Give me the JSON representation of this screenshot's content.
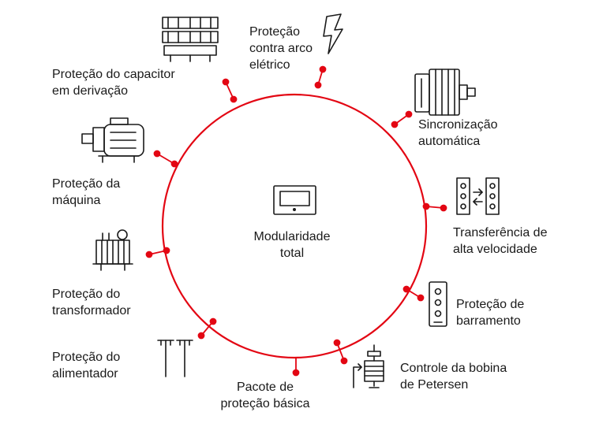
{
  "center": {
    "line1": "Modularidade",
    "line2": "total"
  },
  "colors": {
    "ring": "#e30613",
    "icon": "#1a1a1a",
    "text": "#1a1a1a"
  },
  "items": [
    {
      "id": "arc-flash",
      "lines": [
        "Proteção",
        "contra arco",
        "elétrico"
      ],
      "icon": "lightning-icon"
    },
    {
      "id": "capacitor",
      "lines": [
        "Proteção do capacitor",
        "em derivação"
      ],
      "icon": "capacitor-bank-icon"
    },
    {
      "id": "synchronization",
      "lines": [
        "Sincronização",
        "automática"
      ],
      "icon": "generator-icon"
    },
    {
      "id": "machine",
      "lines": [
        "Proteção da",
        "máquina"
      ],
      "icon": "motor-icon"
    },
    {
      "id": "transfer",
      "lines": [
        "Transferência de",
        "alta velocidade"
      ],
      "icon": "transfer-switch-icon"
    },
    {
      "id": "transformer",
      "lines": [
        "Proteção do",
        "transformador"
      ],
      "icon": "transformer-icon"
    },
    {
      "id": "busbar",
      "lines": [
        "Proteção de",
        "barramento"
      ],
      "icon": "busbar-icon"
    },
    {
      "id": "feeder",
      "lines": [
        "Proteção do",
        "alimentador"
      ],
      "icon": "feeder-icon"
    },
    {
      "id": "petersen",
      "lines": [
        "Controle da bobina",
        "de Petersen"
      ],
      "icon": "petersen-coil-icon"
    },
    {
      "id": "basic-package",
      "lines": [
        "Pacote de",
        "proteção básica"
      ],
      "icon": ""
    }
  ]
}
